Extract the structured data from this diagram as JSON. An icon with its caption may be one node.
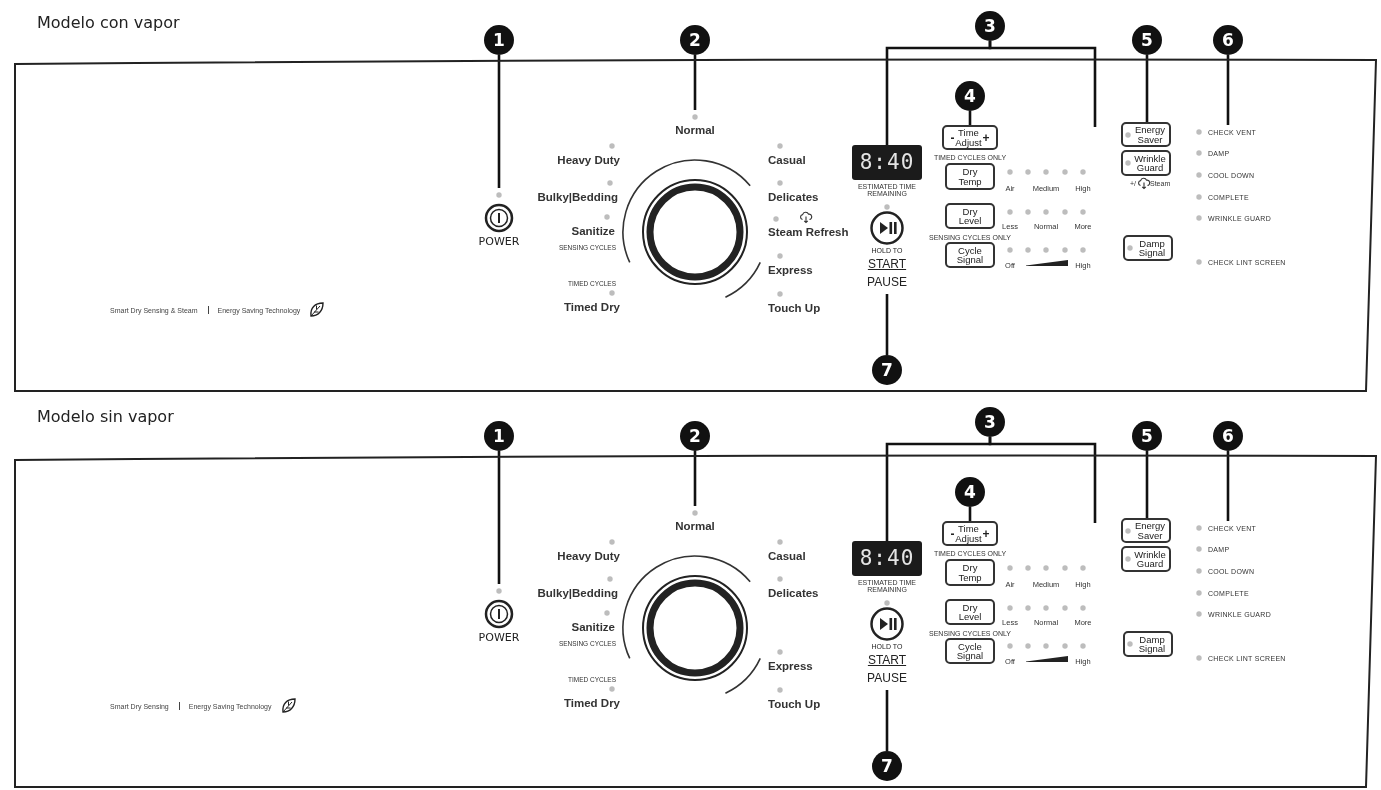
{
  "diagram": {
    "nodes": [
      {
        "text": [
          "Modelo con vapor"
        ]
      },
      {
        "text": [
          "1"
        ]
      },
      {
        "text": [
          "2"
        ]
      },
      {
        "text": [
          "3"
        ]
      },
      {
        "text": [
          "5"
        ]
      },
      {
        "text": [
          "6"
        ]
      },
      {
        "text": [
          "4"
        ],
        "in": 0
      },
      {
        "text": [
          "POWER"
        ],
        "in": 0
      },
      {
        "text": [
          "Normal",
          "Heavy Duty",
          "Bulky|Bedding",
          "Sanitize",
          "SENSING CYCLES",
          "TIMED CYCLES",
          "Timed Dry",
          "Casual",
          "Delicates",
          "Steam Refresh",
          "Express",
          "Touch Up"
        ],
        "in": 0
      },
      {
        "text": [
          "8:40"
        ],
        "beside": [
          "ESTIMATED TIME REMAINING"
        ],
        "in": 0
      },
      {
        "text": [
          "HOLD TO",
          "START",
          "PAUSE"
        ],
        "in": 0
      },
      {
        "text": [
          "-",
          "Time Adjust",
          "+"
        ],
        "beside": [
          "TIMED CYCLES ONLY"
        ],
        "in": 0
      },
      {
        "text": [
          "Dry Temp"
        ],
        "in": 0
      },
      {
        "text": [
          "Dry Level"
        ],
        "beside": [
          "SENSING CYCLES ONLY"
        ],
        "in": 0
      },
      {
        "text": [
          "Cycle Signal"
        ],
        "in": 0
      },
      {
        "text": [
          "Energy Saver"
        ],
        "in": 0
      },
      {
        "text": [
          "Wrinkle Guard"
        ],
        "beside": [
          "+/",
          "Steam"
        ],
        "in": 0
      },
      {
        "text": [
          "Damp Signal"
        ],
        "in": 0
      },
      {
        "text": [
          "CHECK VENT",
          "DAMP",
          "COOL DOWN",
          "COMPLETE",
          "WRINKLE GUARD",
          "CHECK LINT SCREEN"
        ],
        "in": 0
      },
      {
        "text": [
          "7"
        ],
        "in": 0
      },
      {
        "text": [
          "Modelo sin vapor"
        ]
      },
      {
        "text": [
          "1"
        ]
      },
      {
        "text": [
          "2"
        ]
      },
      {
        "text": [
          "3"
        ]
      },
      {
        "text": [
          "5"
        ]
      },
      {
        "text": [
          "6"
        ]
      },
      {
        "text": [
          "4"
        ],
        "in": 20
      },
      {
        "text": [
          "POWER"
        ],
        "in": 20
      },
      {
        "text": [
          "Normal",
          "Heavy Duty",
          "Bulky|Bedding",
          "Sanitize",
          "SENSING CYCLES",
          "TIMED CYCLES",
          "Timed Dry",
          "Casual",
          "Delicates",
          "Express",
          "Touch Up"
        ],
        "in": 20
      },
      {
        "text": [
          "8:40"
        ],
        "beside": [
          "ESTIMATED TIME REMAINING"
        ],
        "in": 20
      },
      {
        "text": [
          "HOLD TO",
          "START",
          "PAUSE"
        ],
        "in": 20
      },
      {
        "text": [
          "-",
          "Time Adjust",
          "+"
        ],
        "beside": [
          "TIMED CYCLES ONLY"
        ],
        "in": 20
      },
      {
        "text": [
          "Dry Temp"
        ],
        "in": 20
      },
      {
        "text": [
          "Dry Level"
        ],
        "beside": [
          "SENSING CYCLES ONLY"
        ],
        "in": 20
      },
      {
        "text": [
          "Cycle Signal"
        ],
        "in": 20
      },
      {
        "text": [
          "Energy Saver"
        ],
        "in": 20
      },
      {
        "text": [
          "Wrinkle Guard"
        ],
        "in": 20
      },
      {
        "text": [
          "Damp Signal"
        ],
        "in": 20
      },
      {
        "text": [
          "CHECK VENT",
          "DAMP",
          "COOL DOWN",
          "COMPLETE",
          "WRINKLE GUARD",
          "CHECK LINT SCREEN"
        ],
        "in": 20
      },
      {
        "text": [
          "7"
        ],
        "in": 20
      }
    ],
    "edges": [
      {
        "from": 1,
        "to": 7,
        "arrow": "none"
      },
      {
        "from": 2,
        "to": 8,
        "arrow": "none"
      },
      {
        "from": 3,
        "to": 9,
        "arrow": "none"
      },
      {
        "from": 3,
        "to": null,
        "arrow": "none"
      },
      {
        "from": 6,
        "to": 11,
        "arrow": "none"
      },
      {
        "from": 4,
        "to": 15,
        "arrow": "none"
      },
      {
        "from": 5,
        "to": 18,
        "arrow": "none"
      },
      {
        "from": 19,
        "to": 10,
        "arrow": "none"
      },
      {
        "from": 21,
        "to": 27,
        "arrow": "none"
      },
      {
        "from": 22,
        "to": 28,
        "arrow": "none"
      },
      {
        "from": 23,
        "to": 29,
        "arrow": "none"
      },
      {
        "from": 23,
        "to": null,
        "arrow": "none"
      },
      {
        "from": 26,
        "to": 31,
        "arrow": "none"
      },
      {
        "from": 24,
        "to": 35,
        "arrow": "none"
      },
      {
        "from": 25,
        "to": 38,
        "arrow": "none"
      },
      {
        "from": 39,
        "to": 30,
        "arrow": "none"
      }
    ],
    "labels": [
      "Air",
      "Medium",
      "High",
      "Less",
      "Normal",
      "More",
      "Off",
      "High",
      "Smart Dry Sensing & Steam",
      "Energy Saving Technology",
      "Air",
      "Medium",
      "High",
      "Less",
      "Normal",
      "More",
      "Off",
      "High",
      "Smart Dry Sensing",
      "Energy Saving Technology"
    ]
  }
}
